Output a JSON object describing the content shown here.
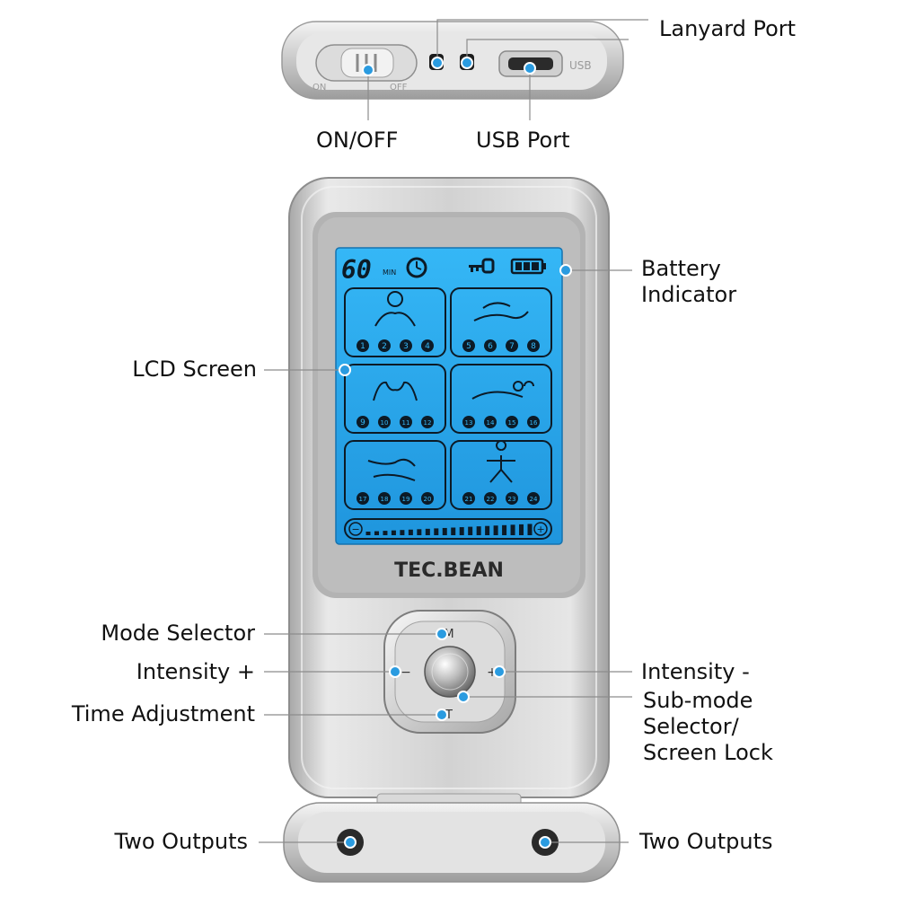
{
  "device": {
    "brand": "TEC.BEAN",
    "usb_label": "USB",
    "switch_on": "ON",
    "switch_off": "OFF",
    "lcd": {
      "timer_value": "60",
      "timer_unit": "MIN",
      "mode_groups": [
        {
          "channels": [
            "1",
            "2",
            "3",
            "4"
          ]
        },
        {
          "channels": [
            "5",
            "6",
            "7",
            "8"
          ]
        },
        {
          "channels": [
            "9",
            "10",
            "11",
            "12"
          ]
        },
        {
          "channels": [
            "13",
            "14",
            "15",
            "16"
          ]
        },
        {
          "channels": [
            "17",
            "18",
            "19",
            "20"
          ]
        },
        {
          "channels": [
            "21",
            "22",
            "23",
            "24"
          ]
        }
      ],
      "intensity_minus": "−",
      "intensity_plus": "+"
    },
    "buttons": {
      "mode": "M",
      "time": "T",
      "minus": "−",
      "plus": "+"
    }
  },
  "callouts": {
    "lanyard_port": "Lanyard Port",
    "on_off": "ON/OFF",
    "usb_port": "USB Port",
    "battery_indicator": [
      "Battery",
      "Indicator"
    ],
    "lcd_screen": "LCD Screen",
    "mode_selector": "Mode Selector",
    "intensity_plus": "Intensity +",
    "time_adjustment": "Time Adjustment",
    "intensity_minus": "Intensity -",
    "submode_selector": [
      "Sub-mode",
      "Selector/",
      "Screen Lock"
    ],
    "two_outputs_left": "Two Outputs",
    "two_outputs_right": "Two Outputs"
  },
  "colors": {
    "marker": "#2a9be0",
    "lcd_bg": "#2fb0f2",
    "silver": "#c8c8c8"
  }
}
